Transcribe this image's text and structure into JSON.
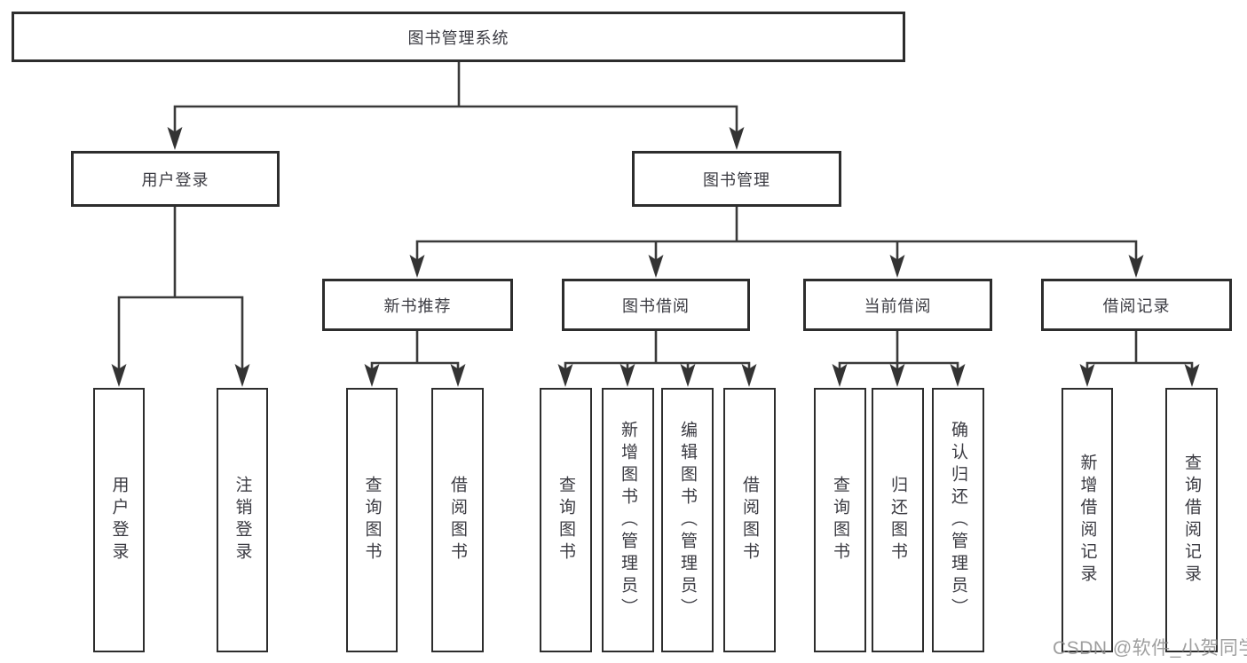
{
  "tree": {
    "root": {
      "label": "图书管理系统",
      "children": [
        {
          "label": "用户登录",
          "children": [
            {
              "label": "用户登录"
            },
            {
              "label": "注销登录"
            }
          ]
        },
        {
          "label": "图书管理",
          "children": [
            {
              "label": "新书推荐",
              "children": [
                {
                  "label": "查询图书"
                },
                {
                  "label": "借阅图书"
                }
              ]
            },
            {
              "label": "图书借阅",
              "children": [
                {
                  "label": "查询图书"
                },
                {
                  "label": "新增图书（管理员）"
                },
                {
                  "label": "编辑图书（管理员）"
                },
                {
                  "label": "借阅图书"
                }
              ]
            },
            {
              "label": "当前借阅",
              "children": [
                {
                  "label": "查询图书"
                },
                {
                  "label": "归还图书"
                },
                {
                  "label": "确认归还（管理员）"
                }
              ]
            },
            {
              "label": "借阅记录",
              "children": [
                {
                  "label": "新增借阅记录"
                },
                {
                  "label": "查询借阅记录"
                }
              ]
            }
          ]
        }
      ]
    }
  },
  "watermark": {
    "text": "CSDN @软件_小贺同学"
  },
  "colors": {
    "line": "#3a3a3a",
    "box_border": "#2d2d2d",
    "text": "#3b3b42",
    "watermark": "#8a8a8a",
    "background": "#ffffff"
  }
}
